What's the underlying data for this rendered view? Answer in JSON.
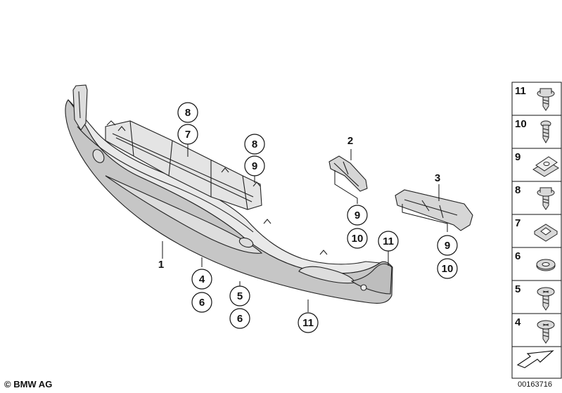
{
  "callouts_circled": [
    {
      "id": "c8a",
      "text": "8"
    },
    {
      "id": "c7",
      "text": "7"
    },
    {
      "id": "c8b",
      "text": "8"
    },
    {
      "id": "c9a",
      "text": "9"
    },
    {
      "id": "c9b",
      "text": "9"
    },
    {
      "id": "c10a",
      "text": "10"
    },
    {
      "id": "c11a",
      "text": "11"
    },
    {
      "id": "c9c",
      "text": "9"
    },
    {
      "id": "c10b",
      "text": "10"
    },
    {
      "id": "c4",
      "text": "4"
    },
    {
      "id": "c6a",
      "text": "6"
    },
    {
      "id": "c5",
      "text": "5"
    },
    {
      "id": "c6b",
      "text": "6"
    },
    {
      "id": "c11b",
      "text": "11"
    }
  ],
  "callouts_plain": [
    {
      "id": "p1",
      "text": "1"
    },
    {
      "id": "p2",
      "text": "2"
    },
    {
      "id": "p3",
      "text": "3"
    }
  ],
  "legend": [
    {
      "number": "11",
      "icon": "screw-flange-icon"
    },
    {
      "number": "10",
      "icon": "tapping-screw-icon"
    },
    {
      "number": "9",
      "icon": "clip-nut-icon"
    },
    {
      "number": "8",
      "icon": "screw-flange-icon"
    },
    {
      "number": "7",
      "icon": "square-nut-icon"
    },
    {
      "number": "6",
      "icon": "washer-icon"
    },
    {
      "number": "5",
      "icon": "torx-screw-icon"
    },
    {
      "number": "4",
      "icon": "torx-screw-icon"
    }
  ],
  "copyright": "© BMW AG",
  "reference": "00163716"
}
